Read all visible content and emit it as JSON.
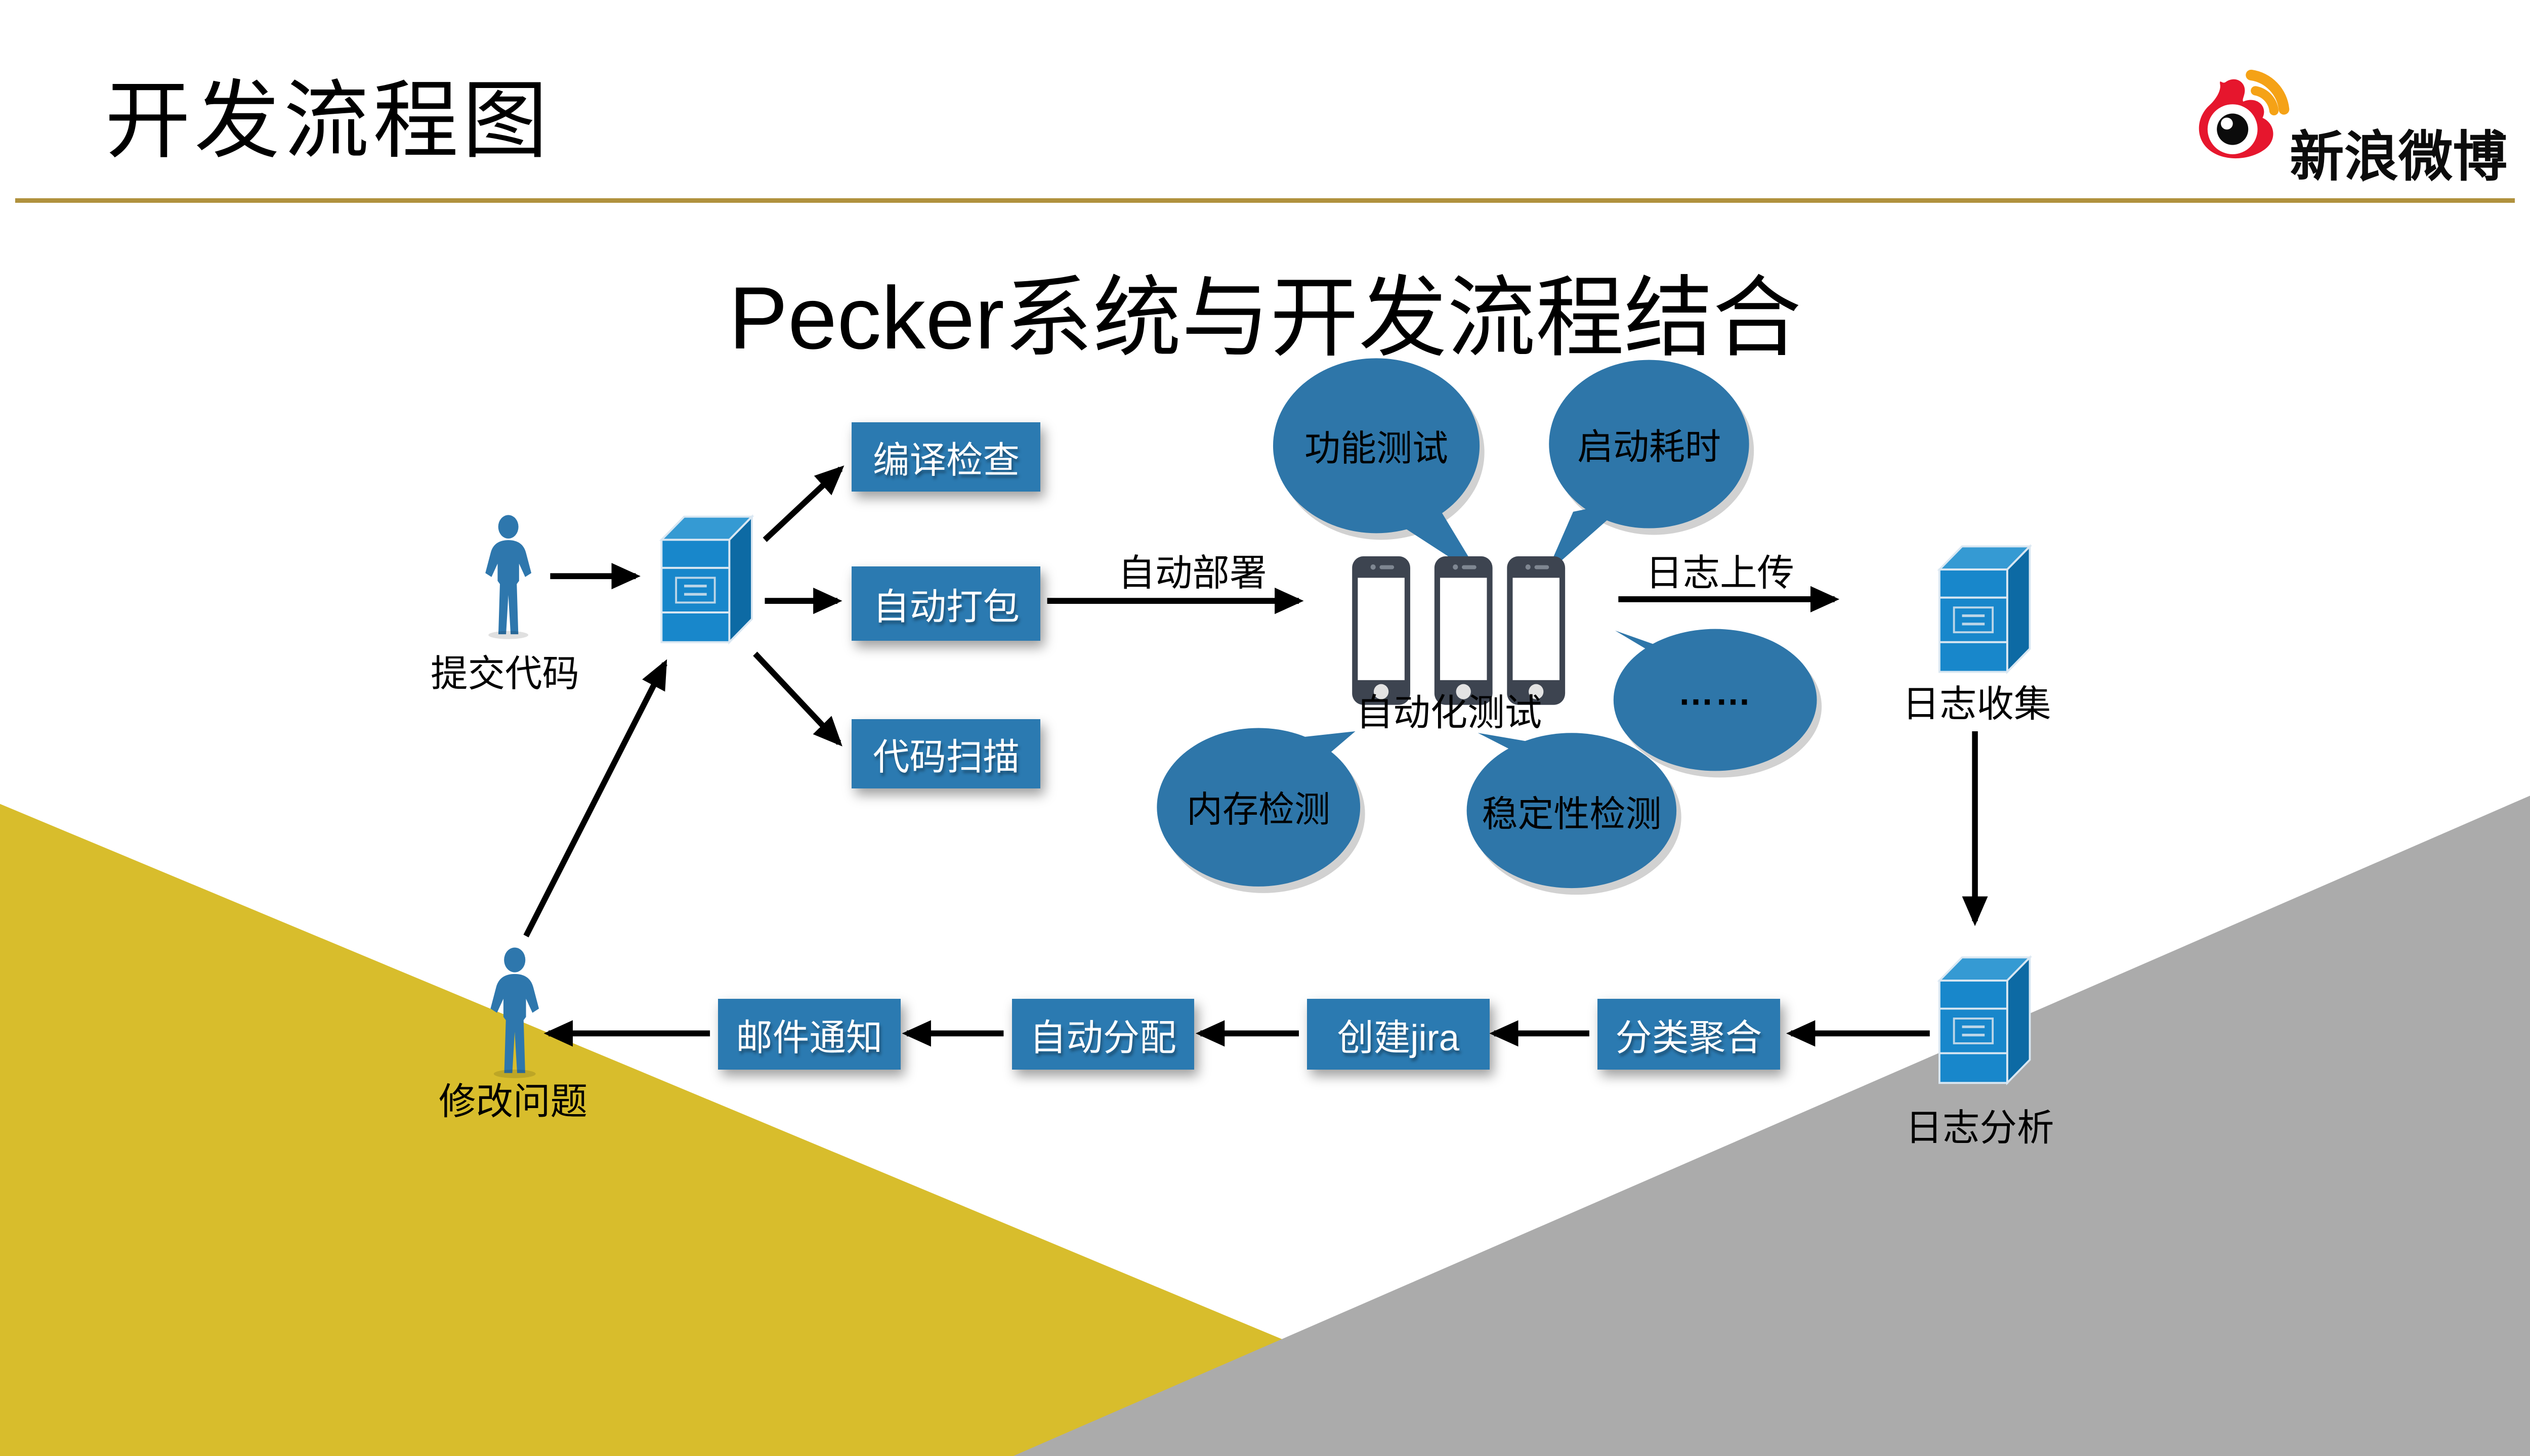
{
  "slide": {
    "title": "开发流程图",
    "heading": "Pecker系统与开发流程结合",
    "logo_text": "新浪微博"
  },
  "boxes": {
    "compile_check": "编译检查",
    "auto_package": "自动打包",
    "code_scan": "代码扫描",
    "classify_aggregate": "分类聚合",
    "create_jira": "创建jira",
    "auto_assign": "自动分配",
    "mail_notify": "邮件通知"
  },
  "labels": {
    "submit_code": "提交代码",
    "auto_deploy": "自动部署",
    "auto_test": "自动化测试",
    "log_upload": "日志上传",
    "log_collect": "日志收集",
    "log_analyze": "日志分析",
    "fix_issue": "修改问题"
  },
  "bubbles": {
    "function_test": "功能测试",
    "startup_time": "启动耗时",
    "memory_check": "内存检测",
    "stability_check": "稳定性检测",
    "more": "……"
  },
  "colors": {
    "box_blue": "#2b7ab1",
    "bubble_blue": "#2e76a9",
    "server_blue": "#1887cb",
    "phone_dark": "#3d4450",
    "person_blue": "#2e77ad",
    "triangle_yellow": "#d8bd2c",
    "triangle_gray": "#ababab",
    "divider_gold": "#b0913d",
    "logo_red": "#e6162d",
    "logo_orange": "#f5a216",
    "arrow_black": "#000000"
  }
}
